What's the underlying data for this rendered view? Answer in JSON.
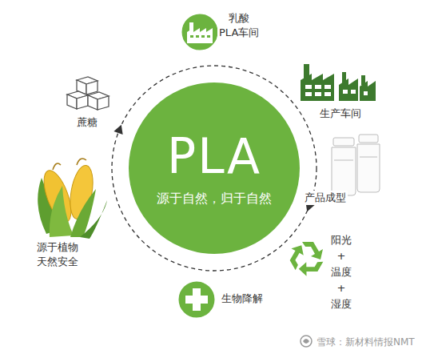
{
  "diagram": {
    "nodes": [
      {
        "text": [
          "PLA",
          "源于自然，归于自然"
        ]
      }
    ],
    "labels": [
      "乳酸 PLA车间",
      "生产车间",
      "产品成型",
      "阳光 + 温度 + 湿度",
      "生物降解",
      "源于植物 天然安全",
      "蔗糖",
      "雪球：新材料情报NMT"
    ]
  }
}
